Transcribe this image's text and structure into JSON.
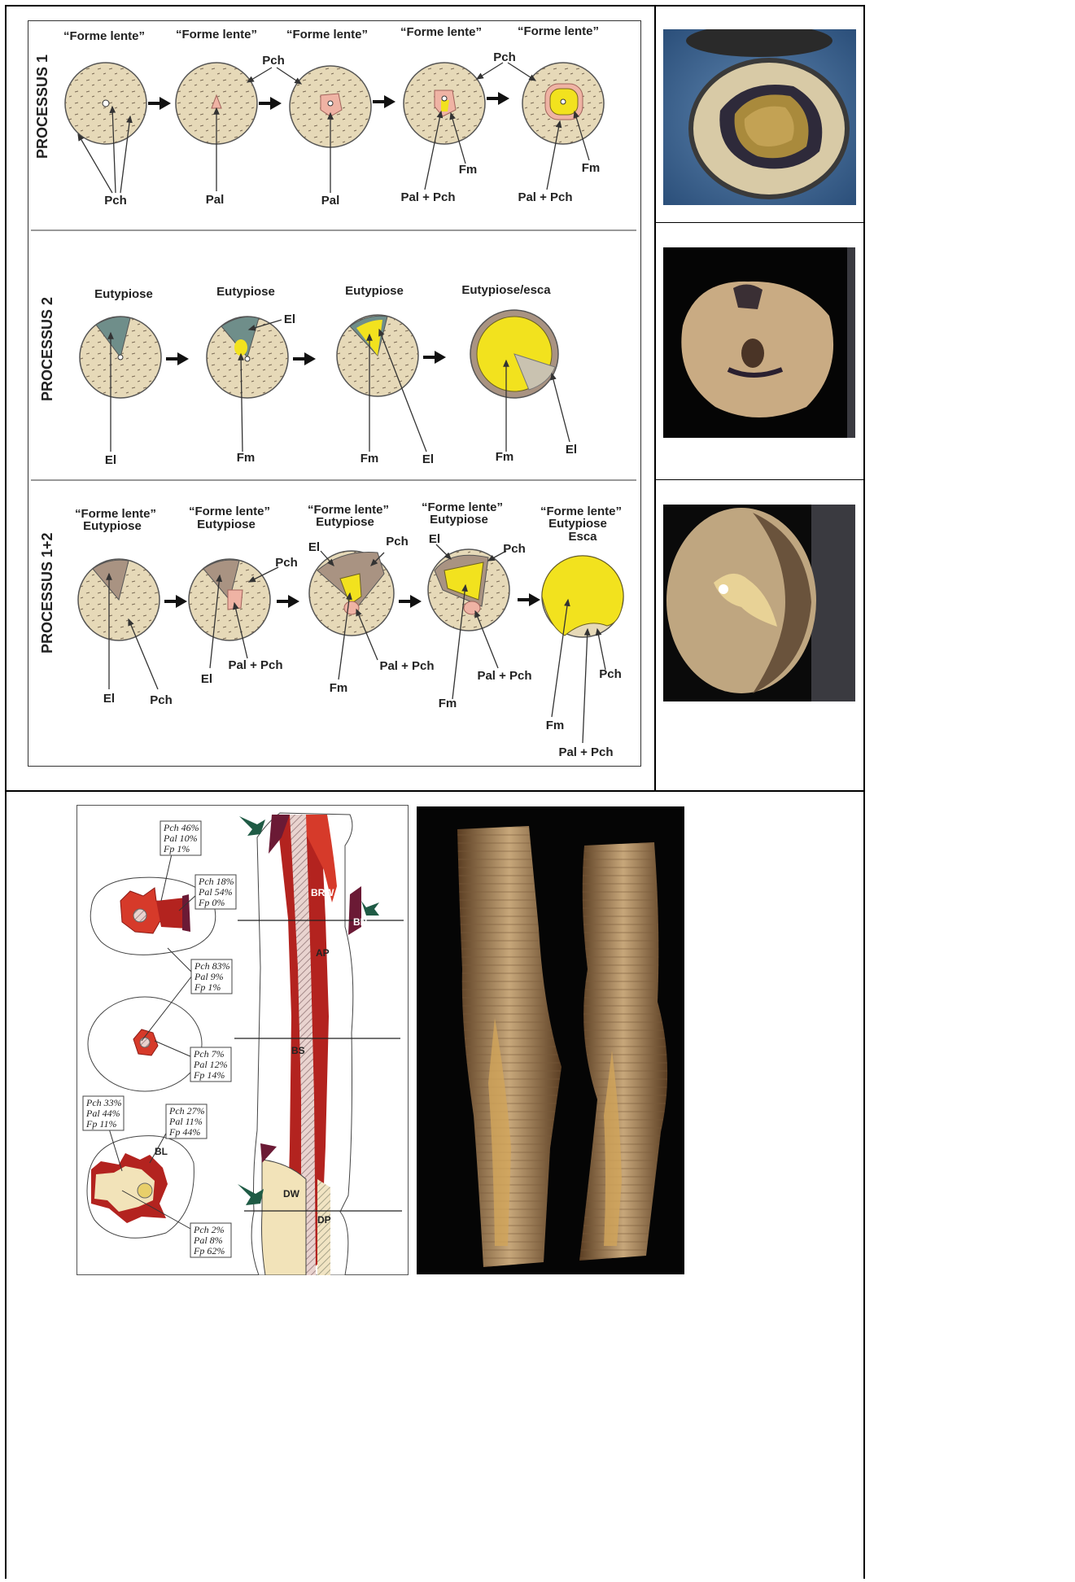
{
  "process1": {
    "label": "PROCESSUS 1",
    "titles": [
      "“Forme lente”",
      "“Forme lente”",
      "“Forme lente”",
      "“Forme lente”",
      "“Forme lente”"
    ],
    "labels": {
      "pch_top_a": "Pch",
      "pch_top_b": "Pch",
      "d1_pch": "Pch",
      "d2_pal": "Pal",
      "d3_pal": "Pal",
      "d4_palpch": "Pal + Pch",
      "d4_fm": "Fm",
      "d5_palpch": "Pal + Pch",
      "d5_fm": "Fm"
    }
  },
  "process2": {
    "label": "PROCESSUS 2",
    "titles": [
      "Eutypiose",
      "Eutypiose",
      "Eutypiose",
      "Eutypiose/esca"
    ],
    "labels": {
      "d1_el": "El",
      "d2_el": "El",
      "d2_fm": "Fm",
      "d3_fm": "Fm",
      "d3_el": "El",
      "d4_fm": "Fm",
      "d4_el": "El"
    }
  },
  "process12": {
    "label": "PROCESSUS 1+2",
    "titles_line1": [
      "“Forme lente”",
      "“Forme lente”",
      "“Forme lente”",
      "“Forme lente”",
      "“Forme lente”"
    ],
    "titles_line2": [
      "Eutypiose",
      "Eutypiose",
      "Eutypiose",
      "Eutypiose",
      "Eutypiose"
    ],
    "titles_line3": [
      "",
      "",
      "",
      "",
      "Esca"
    ],
    "labels": {
      "d1_el": "El",
      "d1_pch": "Pch",
      "d2_pch": "Pch",
      "d2_el": "El",
      "d2_palpch": "Pal + Pch",
      "d3_el": "El",
      "d3_pch": "Pch",
      "d3_fm": "Fm",
      "d3_palpch": "Pal + Pch",
      "d4_el": "El",
      "d4_pch": "Pch",
      "d4_fm": "Fm",
      "d4_palpch": "Pal + Pch",
      "d5_pch": "Pch",
      "d5_fm": "Fm",
      "d5_palpch": "Pal + Pch"
    }
  },
  "bottom_diagram": {
    "boxes": [
      {
        "pch": "Pch  46%",
        "pal": "Pal  10%",
        "fp": "Fp     1%"
      },
      {
        "pch": "Pch  18%",
        "pal": "Pal  54%",
        "fp": "Fp     0%"
      },
      {
        "pch": "Pch  83%",
        "pal": "Pal    9%",
        "fp": "Fp     1%"
      },
      {
        "pch": "Pch    7%",
        "pal": "Pal  12%",
        "fp": "Fp   14%"
      },
      {
        "pch": "Pch  33%",
        "pal": "Pal  44%",
        "fp": "Fp   11%"
      },
      {
        "pch": "Pch  27%",
        "pal": "Pal  11%",
        "fp": "Fp   44%"
      },
      {
        "pch": "Pch    2%",
        "pal": "Pal    8%",
        "fp": "Fp   62%"
      }
    ],
    "trunk_labels": {
      "brw": "BRW",
      "bn": "BN",
      "ap": "AP",
      "bs": "BS",
      "bl": "BL",
      "dw": "DW",
      "dp": "DP"
    }
  },
  "colors": {
    "wood": "#e6d9b8",
    "brown_zone": "#a99382",
    "yellow_rot": "#f2e21e",
    "pink": "#efb3a4",
    "dark_red": "#b3231f",
    "bright_red": "#d63a2a",
    "aubergine": "#6b1a35",
    "green_arrow": "#1f5b45"
  }
}
